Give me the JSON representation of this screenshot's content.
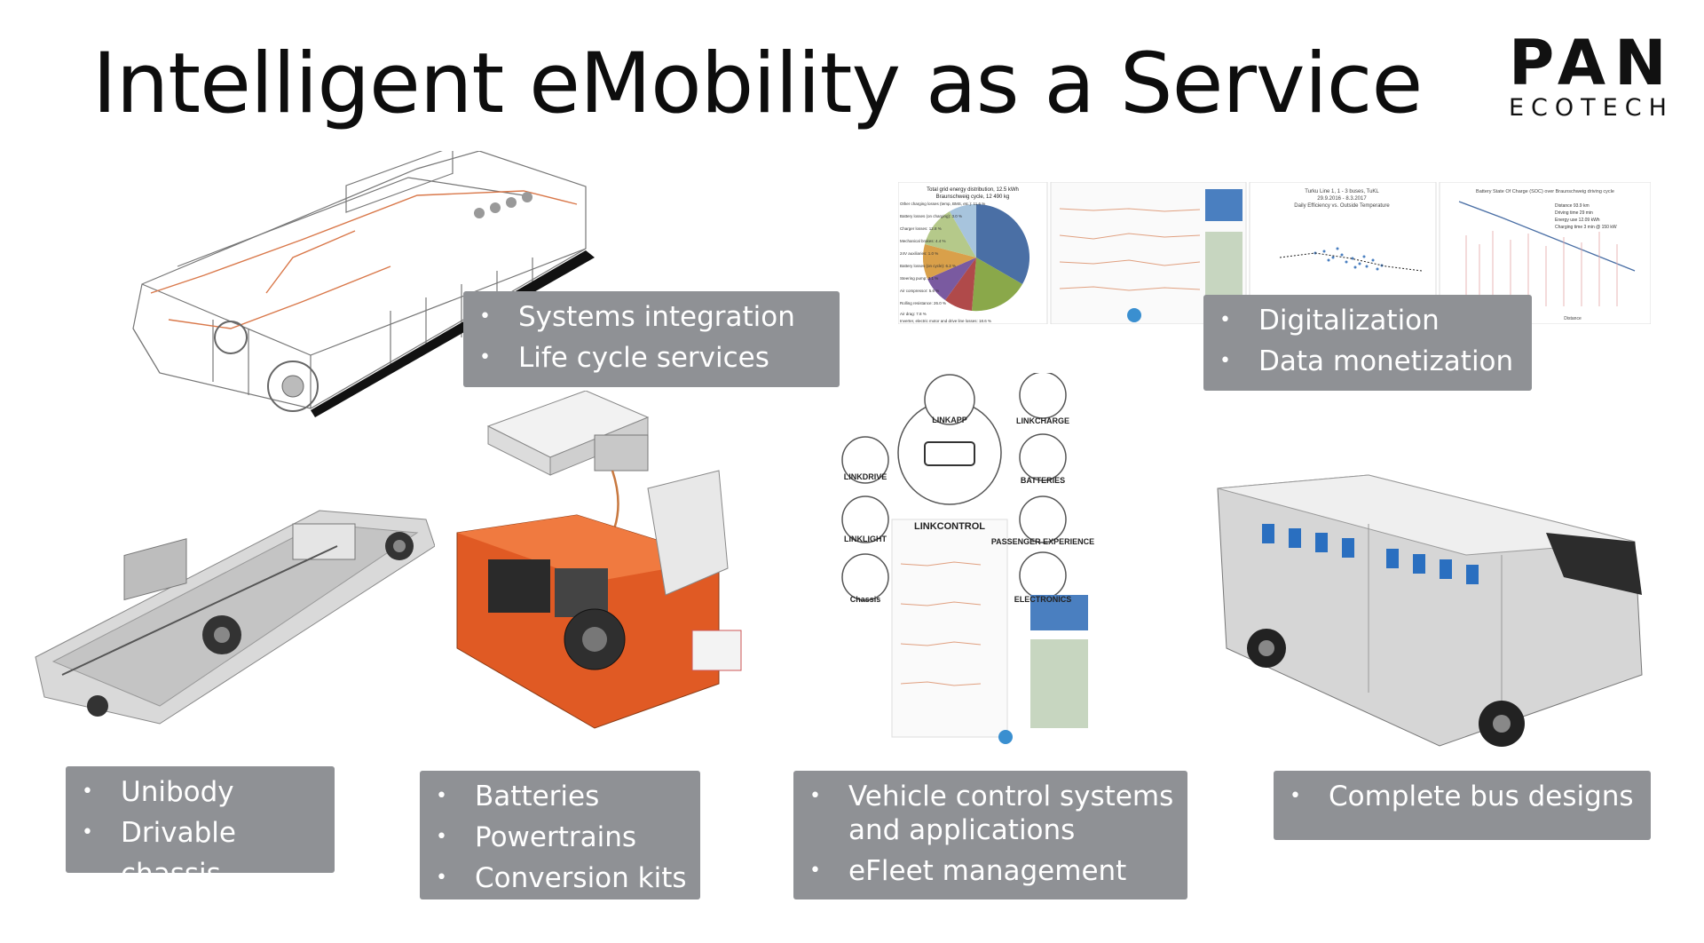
{
  "page": {
    "title": "Intelligent eMobility as a Service"
  },
  "logo": {
    "main": "PAN",
    "sub": "ECOTECH"
  },
  "boxes": {
    "systems": [
      "Systems integration",
      "Life cycle services"
    ],
    "digital": [
      "Digitalization",
      "Data monetization"
    ],
    "chassis": [
      "Unibody",
      "Drivable chassis"
    ],
    "batteries": [
      "Batteries",
      "Powertrains",
      "Conversion kits"
    ],
    "vehicle": [
      "Vehicle control systems and applications",
      "eFleet management"
    ],
    "bus": [
      "Complete bus designs"
    ]
  },
  "linkcontrol": {
    "center": "LINKCONTROL",
    "modules": [
      "LINKAPP",
      "LINKCHARGE",
      "LINKDRIVE",
      "BATTERIES",
      "LINKLIGHT",
      "PASSENGER EXPERIENCE",
      "Chassis",
      "ELECTRONICS"
    ]
  },
  "charts": {
    "pie_title": "Total grid energy distribution, 12.5 kWh",
    "pie_subtitle": "Braunschweig cycle, 12 490 kg",
    "pie_labels": [
      "Other charging losses (temp, BMS, etc.): 11.6 %",
      "Battery losses (on charging): 3.0 %",
      "Charger losses: 12.8 %",
      "Mechanical brakes: 4.4 %",
      "24V auxiliaries: 1.0 %",
      "Battery losses (on cycle): 6.2 %",
      "Steering pump: 3.1 %",
      "Air compressor: 5.6 %",
      "Rolling resistance: 26.0 %",
      "Air drag: 7.8 %",
      "Inverter, electric motor and drive line losses: 18.6 %"
    ],
    "scatter_title": "Turku Line 1, 1 - 3 buses, TuKL",
    "scatter_dates": "29.9.2016 - 8.3.2017",
    "scatter_subtitle": "Daily Efficiency vs. Outside Temperature",
    "soc_title": "Battery State Of Charge (SOC) over Braunschweig driving cycle",
    "soc_notes": [
      "Distance 93.9 km",
      "Driving time 29 min",
      "Energy use 12.09 kWh",
      "Charging time 3 min @ 150 kW"
    ],
    "soc_xlabel": "Distance"
  }
}
